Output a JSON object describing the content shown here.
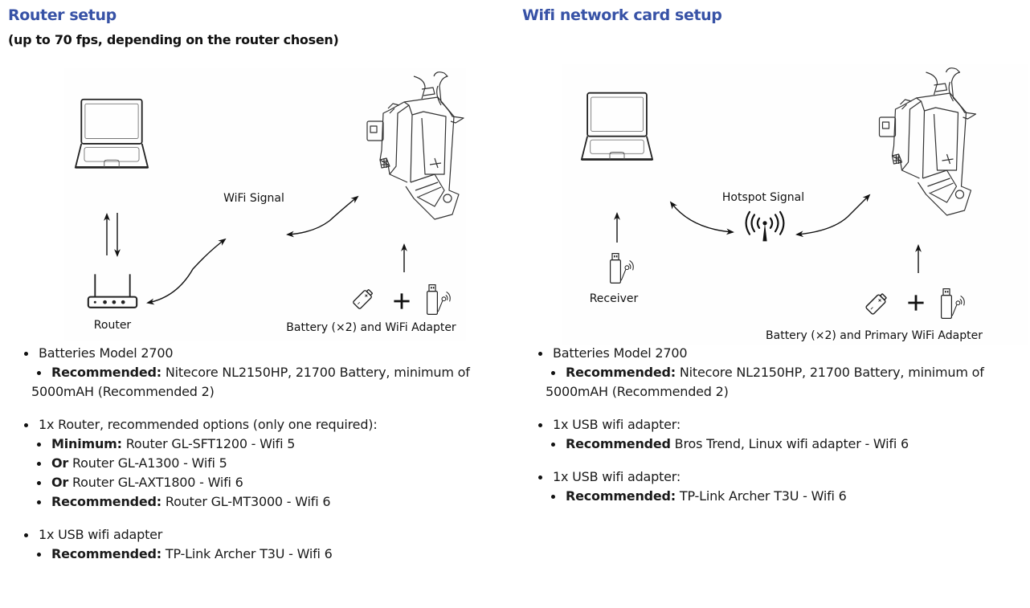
{
  "left": {
    "title": "Router setup",
    "subtitle": "(up to 70 fps, depending on the router chosen)",
    "diagram": {
      "icons": [
        "laptop-icon",
        "router-icon",
        "camera-device-icon",
        "battery-icon",
        "usb-wifi-adapter-icon"
      ],
      "labels": {
        "router": "Router",
        "wifi_signal": "WiFi Signal",
        "battery_adapter": "Battery (×2) and WiFi Adapter"
      }
    },
    "list": [
      {
        "text": "Batteries Model 2700",
        "subitems": [
          {
            "bold": "Recommended:",
            "text": " Nitecore NL2150HP, 21700 Battery, minimum of 5000mAH (Recommended 2)"
          }
        ]
      },
      {
        "text": "1x Router, recommended options (only one required):",
        "subitems": [
          {
            "bold": "Minimum:",
            "text": " Router GL-SFT1200 - Wifi 5"
          },
          {
            "bold": "Or",
            "text": " Router GL-A1300 - Wifi 5"
          },
          {
            "bold": "Or",
            "text": " Router GL-AXT1800 - Wifi 6"
          },
          {
            "bold": "Recommended:",
            "text": " Router GL-MT3000 - Wifi 6"
          }
        ]
      },
      {
        "text": "1x USB wifi adapter",
        "subitems": [
          {
            "bold": "Recommended:",
            "text": " TP-Link Archer T3U - Wifi 6"
          }
        ]
      }
    ]
  },
  "right": {
    "title": "Wifi network card setup",
    "diagram": {
      "icons": [
        "laptop-icon",
        "usb-receiver-icon",
        "hotspot-antenna-icon",
        "camera-device-icon",
        "battery-icon",
        "usb-wifi-adapter-icon"
      ],
      "labels": {
        "receiver": "Receiver",
        "hotspot_signal": "Hotspot Signal",
        "battery_adapter": "Battery (×2) and Primary WiFi Adapter"
      }
    },
    "list": [
      {
        "text": "Batteries Model 2700",
        "subitems": [
          {
            "bold": "Recommended:",
            "text": " Nitecore NL2150HP, 21700 Battery, minimum of 5000mAH (Recommended 2)"
          }
        ]
      },
      {
        "text": "1x USB wifi adapter:",
        "subitems": [
          {
            "bold": "Recommended",
            "text": " Bros Trend, Linux wifi adapter - Wifi 6"
          }
        ]
      },
      {
        "text": "1x USB wifi adapter:",
        "subitems": [
          {
            "bold": "Recommended:",
            "text": " TP-Link Archer T3U - Wifi 6"
          }
        ]
      }
    ]
  }
}
